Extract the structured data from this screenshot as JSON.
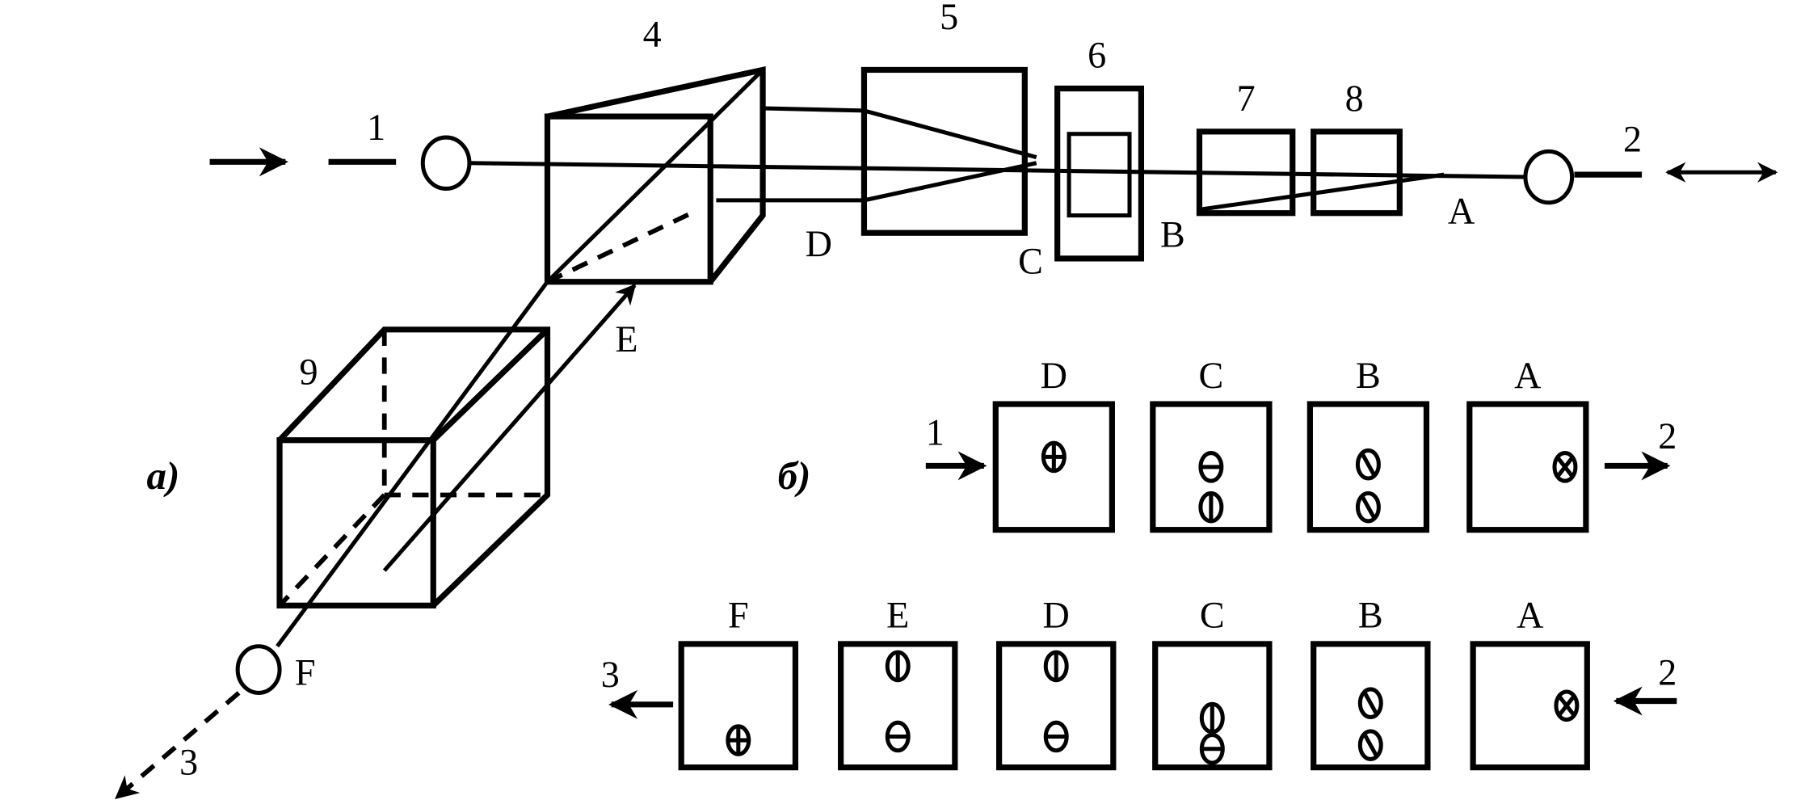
{
  "diagram": {
    "part_a_label": "a)",
    "part_b_label": "б)",
    "ports": [
      "1",
      "2",
      "3"
    ],
    "elements": [
      "4",
      "5",
      "6",
      "7",
      "8",
      "9"
    ],
    "points": [
      "A",
      "B",
      "C",
      "D",
      "E",
      "F"
    ],
    "panel_forward": {
      "input_label": "1",
      "output_label": "2",
      "columns": [
        {
          "label": "D",
          "state": "single-plus"
        },
        {
          "label": "C",
          "state": "horizontal-over-vertical"
        },
        {
          "label": "B",
          "state": "two-diagonal"
        },
        {
          "label": "A",
          "state": "single-cross-offset"
        }
      ]
    },
    "panel_backward": {
      "input_label": "2",
      "output_label": "3",
      "columns": [
        {
          "label": "F",
          "state": "single-plus-low"
        },
        {
          "label": "E",
          "state": "vertical-top-horizontal-bottom"
        },
        {
          "label": "D",
          "state": "vertical-top-horizontal-bottom"
        },
        {
          "label": "C",
          "state": "vertical-over-horizontal"
        },
        {
          "label": "B",
          "state": "two-diagonal"
        },
        {
          "label": "A",
          "state": "single-cross-offset"
        }
      ]
    }
  }
}
